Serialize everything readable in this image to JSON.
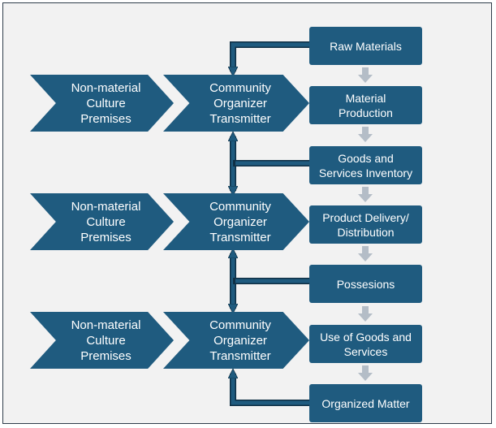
{
  "colors": {
    "box_fill": "#1f5b7f",
    "connector": "#1f5b7f",
    "small_arrow": "#b4bdc7",
    "background": "#f2f2f2"
  },
  "rows": [
    {
      "culture_label": "Non-material\nCulture\nPremises",
      "organizer_label": "Community\nOrganizer\nTransmitter"
    },
    {
      "culture_label": "Non-material\nCulture\nPremises",
      "organizer_label": "Community\nOrganizer\nTransmitter"
    },
    {
      "culture_label": "Non-material\nCulture\nPremises",
      "organizer_label": "Community\nOrganizer\nTransmitter"
    }
  ],
  "flow": [
    "Raw Materials",
    "Material\nProduction",
    "Goods and\nServices Inventory",
    "Product Delivery/\nDistribution",
    "Possesions",
    "Use of Goods and\nServices",
    "Organized Matter"
  ]
}
